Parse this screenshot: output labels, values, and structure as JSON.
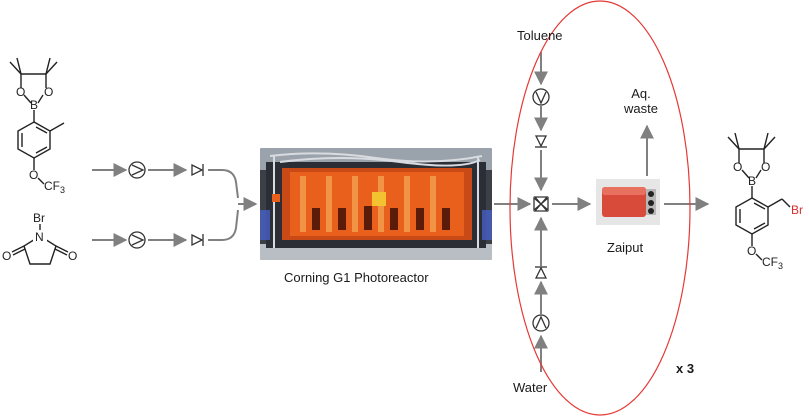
{
  "reactant_top": {
    "name": "aryl-boronic-pinacol-ester",
    "labels": {
      "boron": "B",
      "oxygen": "O",
      "substituent": "O",
      "cf3": "CF",
      "cf3_sub": "3"
    }
  },
  "reactant_bottom": {
    "name": "N-bromosuccinimide",
    "labels": {
      "bromine": "Br",
      "nitrogen": "N",
      "oxygen": "O"
    }
  },
  "product": {
    "name": "benzyl-bromide-product",
    "labels": {
      "boron": "B",
      "oxygen": "O",
      "bromine": "Br",
      "cf3": "CF",
      "cf3_sub": "3"
    },
    "bromine_color": "#d32f2f"
  },
  "reactor": {
    "label": "Corning G1 Photoreactor",
    "glow_color": "#e8601c"
  },
  "separator": {
    "label": "Zaiput",
    "body_color": "#d84a3a"
  },
  "inputs": {
    "toluene": "Toluene",
    "water": "Water"
  },
  "outputs": {
    "aq_waste_line1": "Aq.",
    "aq_waste_line2": "waste"
  },
  "repeat": {
    "label": "x 3"
  },
  "colors": {
    "line": "#808080",
    "ellipse": "#e53935",
    "text": "#1a1a1a"
  },
  "icons": [
    "pump-icon",
    "check-valve-icon",
    "mixer-valve-icon"
  ]
}
